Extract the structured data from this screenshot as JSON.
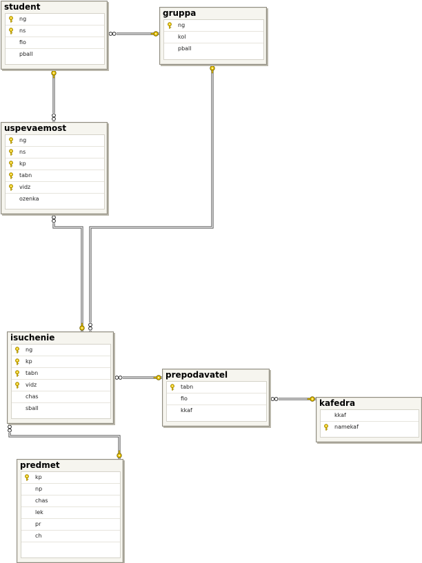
{
  "tables": [
    {
      "id": "student",
      "title": "student",
      "columns": [
        {
          "name": "ng",
          "pk": true
        },
        {
          "name": "ns",
          "pk": true
        },
        {
          "name": "fio",
          "pk": false
        },
        {
          "name": "pball",
          "pk": false
        }
      ]
    },
    {
      "id": "gruppa",
      "title": "gruppa",
      "columns": [
        {
          "name": "ng",
          "pk": true
        },
        {
          "name": "kol",
          "pk": false
        },
        {
          "name": "pball",
          "pk": false
        }
      ]
    },
    {
      "id": "uspevaemost",
      "title": "uspevaemost",
      "columns": [
        {
          "name": "ng",
          "pk": true
        },
        {
          "name": "ns",
          "pk": true
        },
        {
          "name": "kp",
          "pk": true
        },
        {
          "name": "tabn",
          "pk": true
        },
        {
          "name": "vidz",
          "pk": true
        },
        {
          "name": "ozenka",
          "pk": false
        }
      ]
    },
    {
      "id": "isuchenie",
      "title": "isuchenie",
      "columns": [
        {
          "name": "ng",
          "pk": true
        },
        {
          "name": "kp",
          "pk": true
        },
        {
          "name": "tabn",
          "pk": true
        },
        {
          "name": "vidz",
          "pk": true
        },
        {
          "name": "chas",
          "pk": false
        },
        {
          "name": "sball",
          "pk": false
        }
      ]
    },
    {
      "id": "prepodavatel",
      "title": "prepodavatel",
      "columns": [
        {
          "name": "tabn",
          "pk": true
        },
        {
          "name": "fio",
          "pk": false
        },
        {
          "name": "kkaf",
          "pk": false
        }
      ]
    },
    {
      "id": "kafedra",
      "title": "kafedra",
      "columns": [
        {
          "name": "kkaf",
          "pk": false
        },
        {
          "name": "namekaf",
          "pk": true
        }
      ]
    },
    {
      "id": "predmet",
      "title": "predmet",
      "columns": [
        {
          "name": "kp",
          "pk": true
        },
        {
          "name": "np",
          "pk": false
        },
        {
          "name": "chas",
          "pk": false
        },
        {
          "name": "lek",
          "pk": false
        },
        {
          "name": "pr",
          "pk": false
        },
        {
          "name": "ch",
          "pk": false
        }
      ]
    }
  ],
  "relationships": [
    {
      "from": "gruppa",
      "to": "student",
      "cardinality": "one-to-many"
    },
    {
      "from": "student",
      "to": "uspevaemost",
      "cardinality": "one-to-many"
    },
    {
      "from": "isuchenie",
      "to": "uspevaemost",
      "cardinality": "one-to-many"
    },
    {
      "from": "gruppa",
      "to": "isuchenie",
      "cardinality": "one-to-many"
    },
    {
      "from": "prepodavatel",
      "to": "isuchenie",
      "cardinality": "one-to-many"
    },
    {
      "from": "kafedra",
      "to": "prepodavatel",
      "cardinality": "one-to-many"
    },
    {
      "from": "predmet",
      "to": "isuchenie",
      "cardinality": "one-to-many"
    }
  ],
  "icons": {
    "primary_key": "key-icon",
    "one_end": "key-icon",
    "many_end": "infinity-icon"
  },
  "colors": {
    "key": "#e8c200",
    "connector": "#555555",
    "background": "#ffffff"
  }
}
